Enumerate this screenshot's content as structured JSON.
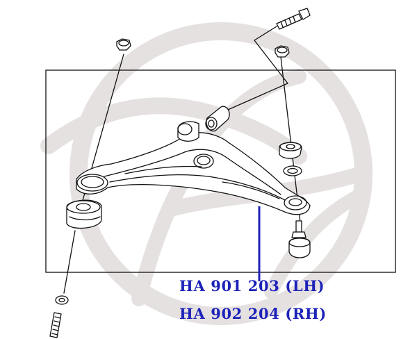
{
  "labels": {
    "part_number_lh": "HA 901 203 (LH)",
    "part_number_rh": "HA 902 204 (RH)"
  },
  "colors": {
    "label": "#1d23b8",
    "leader": "#1d23b8",
    "line_art": "#111111",
    "watermark": "#e6e1e1"
  },
  "icons": {
    "watermark": "brand-logo-watermark"
  }
}
